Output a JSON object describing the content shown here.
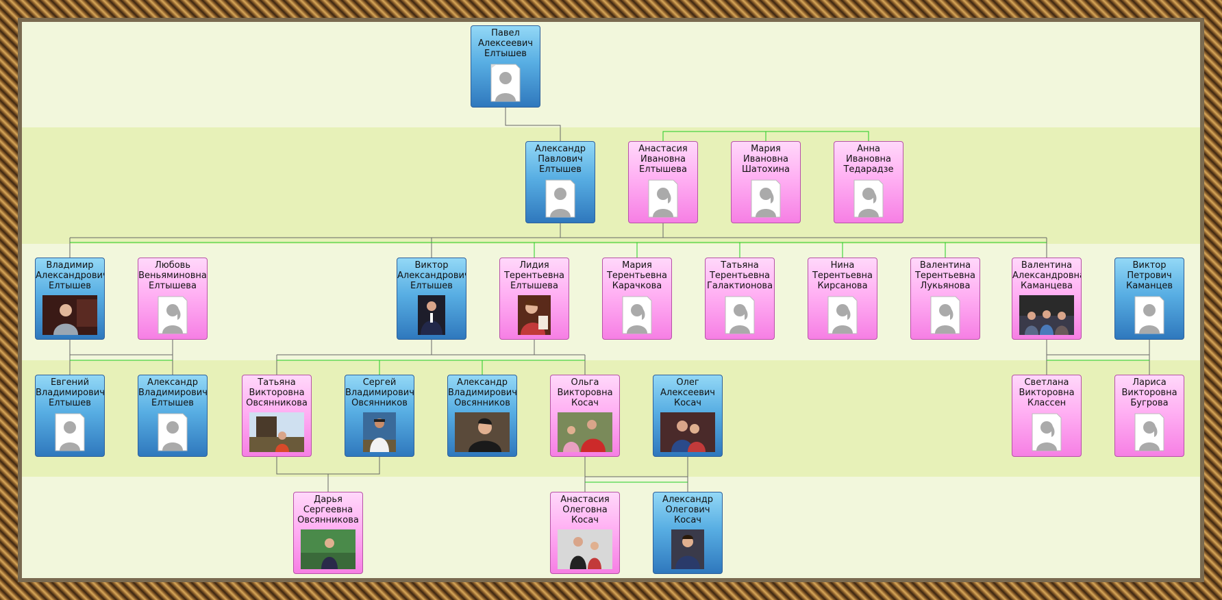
{
  "colors": {
    "male": "#2f78bd",
    "female": "#f67fe4",
    "parent_line": "#666666",
    "spouse_line": "#22cc22"
  },
  "people": {
    "pavel": {
      "first": "Павел",
      "middle": "Алексеевич",
      "last": "Елтышев",
      "photo": "placeholder"
    },
    "aleksandr_p": {
      "first": "Александр",
      "middle": "Павлович",
      "last": "Елтышев",
      "photo": "placeholder"
    },
    "anastasia_i": {
      "first": "Анастасия",
      "middle": "Ивановна",
      "last": "Елтышева",
      "photo": "placeholder"
    },
    "maria_i": {
      "first": "Мария",
      "middle": "Ивановна",
      "last": "Шатохина",
      "photo": "placeholder"
    },
    "anna_i": {
      "first": "Анна",
      "middle": "Ивановна",
      "last": "Тедарадзе",
      "photo": "placeholder"
    },
    "vladimir_a": {
      "first": "Владимир",
      "middle": "Александрович",
      "last": "Елтышев",
      "photo": "man-portrait"
    },
    "lyubov_v": {
      "first": "Любовь",
      "middle": "Веньяминовна",
      "last": "Елтышева",
      "photo": "placeholder"
    },
    "viktor_a": {
      "first": "Виктор",
      "middle": "Александрович",
      "last": "Елтышев",
      "photo": "man-suit"
    },
    "lidia_t": {
      "first": "Лидия",
      "middle": "Терентьевна",
      "last": "Елтышева",
      "photo": "woman-portrait"
    },
    "maria_t": {
      "first": "Мария",
      "middle": "Терентьевна",
      "last": "Карачкова",
      "photo": "placeholder"
    },
    "tatiana_t": {
      "first": "Татьяна",
      "middle": "Терентьевна",
      "last": "Галактионова",
      "photo": "placeholder"
    },
    "nina_t": {
      "first": "Нина",
      "middle": "Терентьевна",
      "last": "Кирсанова",
      "photo": "placeholder"
    },
    "valentina_t": {
      "first": "Валентина",
      "middle": "Терентьевна",
      "last": "Лукьянова",
      "photo": "placeholder"
    },
    "valentina_a": {
      "first": "Валентина",
      "middle": "Александровна",
      "last": "Каманцева",
      "photo": "group-photo"
    },
    "viktor_p": {
      "first": "Виктор",
      "middle": "Петрович",
      "last": "Каманцев",
      "photo": "placeholder"
    },
    "evgeniy_v": {
      "first": "Евгений",
      "middle": "Владимирович",
      "last": "Елтышев",
      "photo": "placeholder"
    },
    "aleksandr_v": {
      "first": "Александр",
      "middle": "Владимирович",
      "last": "Елтышев",
      "photo": "placeholder"
    },
    "tatiana_v": {
      "first": "Татьяна",
      "middle": "Викторовна",
      "last": "Овсянникова",
      "photo": "outdoor-photo"
    },
    "sergey_v": {
      "first": "Сергей",
      "middle": "Владимирович",
      "last": "Овсянников",
      "photo": "man-outdoor"
    },
    "aleksandr_vo": {
      "first": "Александр",
      "middle": "Владимирович",
      "last": "Овсянников",
      "photo": "man-indoor"
    },
    "olga_v": {
      "first": "Ольга",
      "middle": "Викторовна",
      "last": "Косач",
      "photo": "family-photo"
    },
    "oleg_a": {
      "first": "Олег",
      "middle": "Алексеевич",
      "last": "Косач",
      "photo": "couple-photo"
    },
    "svetlana_v": {
      "first": "Светлана",
      "middle": "Викторовна",
      "last": "Классен",
      "photo": "placeholder"
    },
    "larisa_v": {
      "first": "Лариса",
      "middle": "Викторовна",
      "last": "Бугрова",
      "photo": "placeholder"
    },
    "darya_s": {
      "first": "Дарья",
      "middle": "Сергеевна",
      "last": "Овсянникова",
      "photo": "girl-photo"
    },
    "anastasia_o": {
      "first": "Анастасия",
      "middle": "Олеговна",
      "last": "Косач",
      "photo": "two-girls-photo"
    },
    "aleksandr_o": {
      "first": "Александр",
      "middle": "Олегович",
      "last": "Косач",
      "photo": "boy-photo"
    }
  }
}
